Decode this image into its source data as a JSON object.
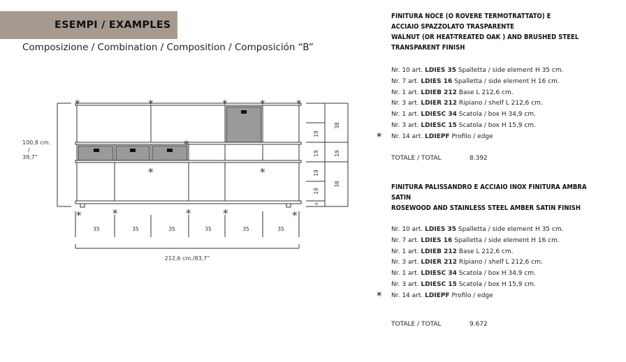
{
  "header": {
    "title": "ESEMPI / EXAMPLES",
    "subtitle": "Composizione / Combination / Composition / Composición  “B”"
  },
  "drawing": {
    "height_label": "100,8 cm.",
    "height_sep": "/",
    "height_inch": "39,7”",
    "width_label": "212,6 cm./83,7”",
    "module_widths": [
      "35",
      "35",
      "35",
      "35",
      "35",
      "35"
    ],
    "side_dims": {
      "small": [
        "19",
        "19",
        "19",
        "19",
        "19"
      ],
      "large": [
        "38",
        "38"
      ],
      "base": "6"
    },
    "star": "*"
  },
  "sections": [
    {
      "heading": [
        "FINITURA NOCE (O ROVERE TERMOTRATTATO)  E",
        "ACCIAIO SPAZZOLATO TRASPARENTE",
        "WALNUT (OR HEAT-TREATED OAK ) AND BRUSHED STEEL",
        "TRANSPARENT FINISH"
      ],
      "items": [
        {
          "qty": "Nr. 10",
          "art": "art.",
          "code": "LDIES 35",
          "desc": "Spalletta / side element H 35 cm.",
          "star": ""
        },
        {
          "qty": "Nr. 7",
          "art": "art.",
          "code": "LDIES 16",
          "desc": "Spalletta / side element H 16 cm.",
          "star": ""
        },
        {
          "qty": "Nr. 1",
          "art": "art.",
          "code": "LDIEB 212",
          "desc": "Base L 212,6 cm.",
          "star": ""
        },
        {
          "qty": "Nr. 3",
          "art": "art.",
          "code": "LDIER 212",
          "desc": "Ripiano / shelf L 212,6 cm.",
          "star": ""
        },
        {
          "qty": "Nr. 1",
          "art": "art.",
          "code": "LDIESC 34",
          "desc": "Scatola / box H 34,9 cm.",
          "star": ""
        },
        {
          "qty": "Nr. 3",
          "art": "art.",
          "code": "LDIESC 15",
          "desc": "Scatola / box H 15,9 cm.",
          "star": ""
        },
        {
          "qty": "Nr. 14",
          "art": "art.",
          "code": "LDIEPF",
          "desc": "Profilo / edge",
          "star": "*"
        }
      ],
      "total_label": "TOTALE / TOTAL",
      "total_value": "8.392"
    },
    {
      "heading": [
        "FINITURA PALISSANDRO E ACCIAIO INOX FINITURA AMBRA",
        "SATIN",
        "ROSEWOOD AND STAINLESS STEEL AMBER SATIN  FINISH"
      ],
      "items": [
        {
          "qty": "Nr. 10",
          "art": "art.",
          "code": "LDIES 35",
          "desc": "Spalletta / side element H 35 cm.",
          "star": ""
        },
        {
          "qty": "Nr. 7",
          "art": "art.",
          "code": "LDIES 16",
          "desc": "Spalletta / side element H 16 cm.",
          "star": ""
        },
        {
          "qty": "Nr. 1",
          "art": "art.",
          "code": "LDIEB 212",
          "desc": "Base L 212,6 cm.",
          "star": ""
        },
        {
          "qty": "Nr. 3",
          "art": "art.",
          "code": "LDIER 212",
          "desc": "Ripiano / shelf L 212,6 cm.",
          "star": ""
        },
        {
          "qty": "Nr. 1",
          "art": "art.",
          "code": "LDIESC 34",
          "desc": "Scatola / box H 34,9 cm.",
          "star": ""
        },
        {
          "qty": "Nr. 3",
          "art": "art.",
          "code": "LDIESC 15",
          "desc": "Scatola / box H 15,9 cm.",
          "star": ""
        },
        {
          "qty": "Nr. 14",
          "art": "art.",
          "code": "LDIEPF",
          "desc": "Profilo / edge",
          "star": "*"
        }
      ],
      "total_label": "TOTALE / TOTAL",
      "total_value": "9.672"
    }
  ],
  "colors": {
    "header_band": "#a69a90",
    "box_fill": "#9a9a9a",
    "line": "#333333"
  }
}
